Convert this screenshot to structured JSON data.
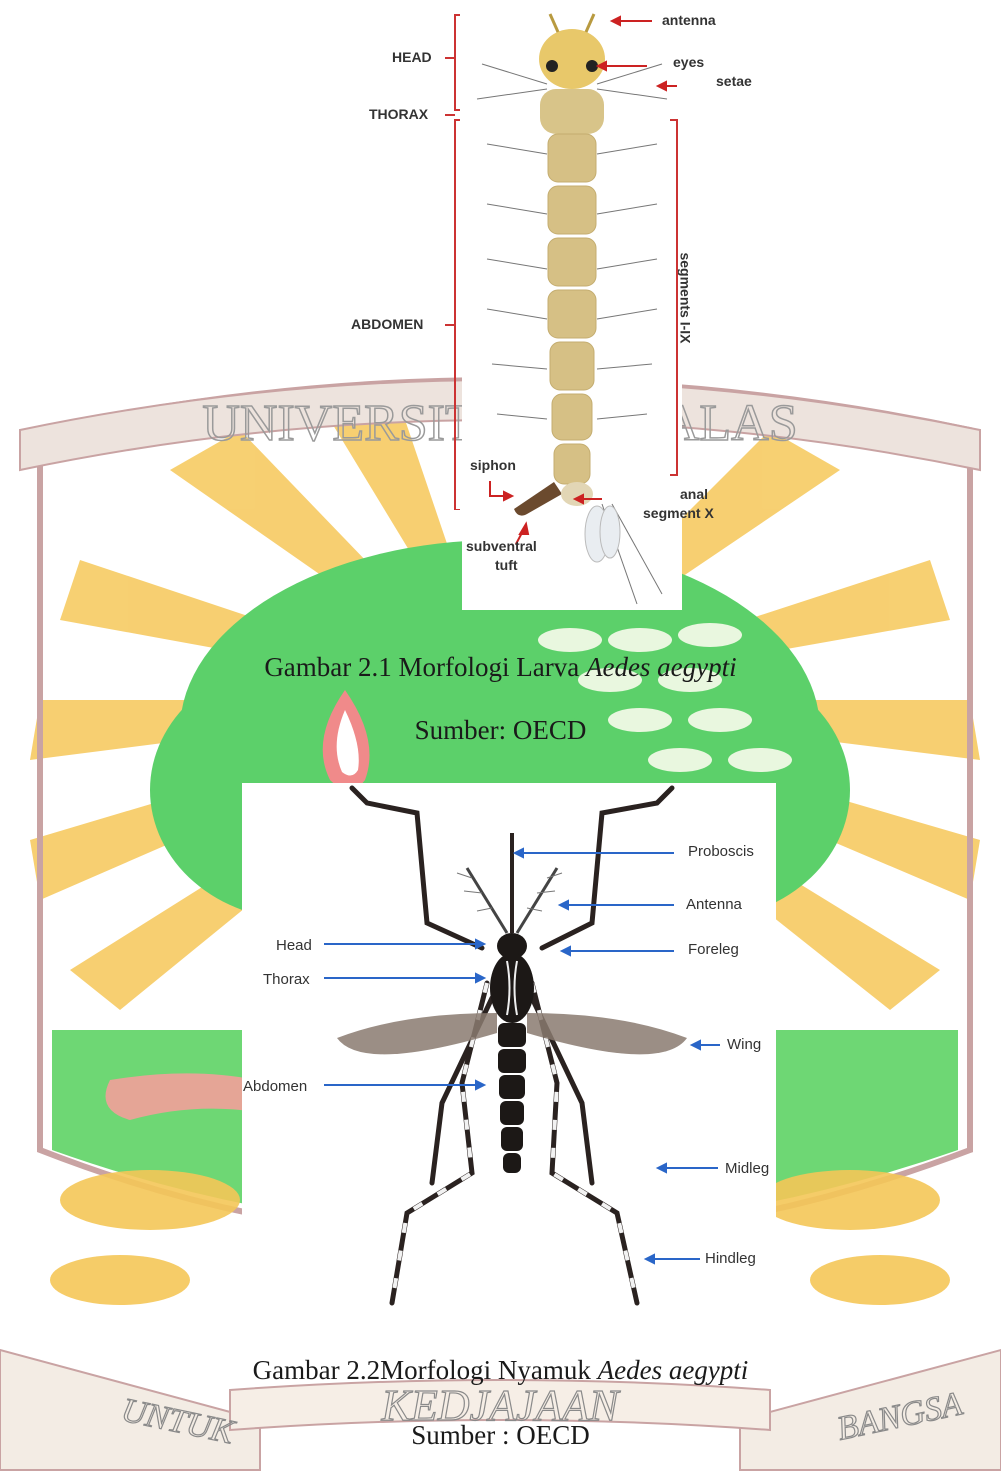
{
  "watermark": {
    "arc_text_top": "UNIVERSITAS ANDALAS",
    "banner_left": "UNTUK",
    "banner_center": "KEDJAJAAN",
    "banner_right": "BANGSA",
    "colors": {
      "sun": "#f6c75a",
      "tree": "#55d067",
      "field": "#62d46a",
      "shield": "#c79a9a",
      "flame": "#f08888",
      "banner": "#e0c6b4"
    }
  },
  "figure1": {
    "labels": {
      "head": "HEAD",
      "thorax": "THORAX",
      "abdomen": "ABDOMEN",
      "antenna": "antenna",
      "eyes": "eyes",
      "setae": "setae",
      "segments": "segments I-IX",
      "siphon": "siphon",
      "anal_segment_line1": "anal",
      "anal_segment_line2": "segment X",
      "subventral_line1": "subventral",
      "subventral_line2": "tuft"
    },
    "caption_prefix": "Gambar 2.1 Morfologi Larva ",
    "caption_species": "Aedes aegypti",
    "source": "Sumber: OECD"
  },
  "figure2": {
    "labels": {
      "proboscis": "Proboscis",
      "antenna": "Antenna",
      "foreleg": "Foreleg",
      "head": "Head",
      "thorax": "Thorax",
      "wing": "Wing",
      "abdomen": "Abdomen",
      "midleg": "Midleg",
      "hindleg": "Hindleg"
    },
    "caption_prefix": "Gambar 2.2Morfologi Nyamuk ",
    "caption_species": "Aedes aegypti",
    "source": "Sumber : OECD"
  }
}
